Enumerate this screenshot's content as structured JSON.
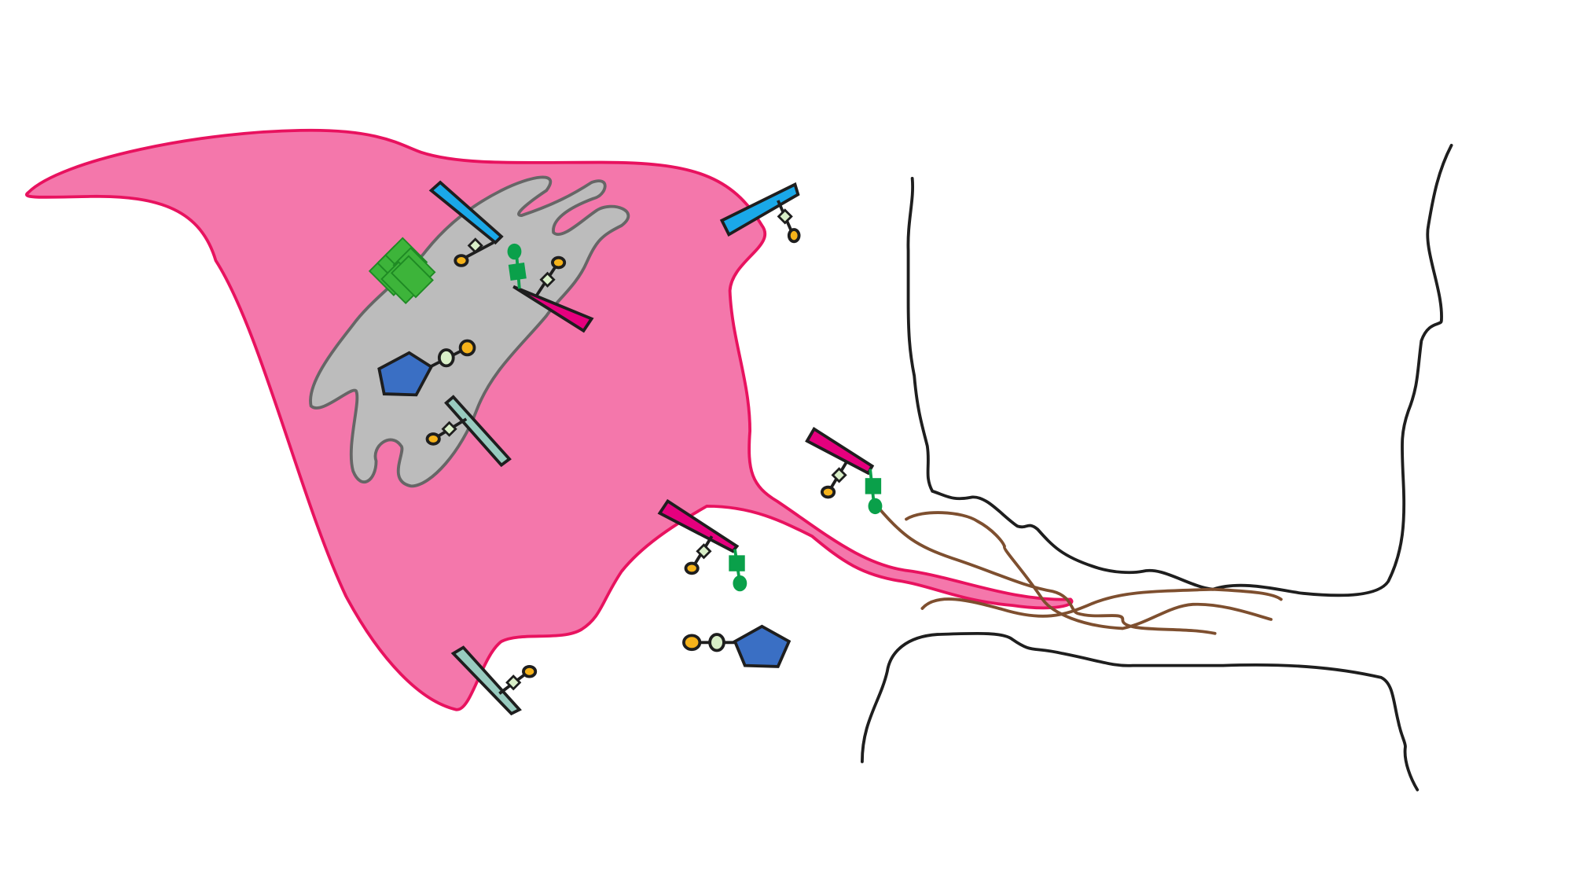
{
  "colors": {
    "background": "#ffffff",
    "cell_fill": "#f477ab",
    "cell_stroke": "#e8125f",
    "nucleus_fill": "#bcbcbc",
    "nucleus_stroke": "#666666",
    "receptor_blue": "#1aa8e8",
    "receptor_magenta": "#e5007e",
    "receptor_teal": "#98cbbf",
    "linker_pale": "#d9efc8",
    "ligand_yellow": "#f5b21a",
    "tag_green": "#0aa04a",
    "cluster_green": "#3db43a",
    "pentagon_blue": "#3a6fc4",
    "tissue_outline": "#1e1e1e",
    "fiber_brown": "#7e4f2f"
  },
  "icons": [
    "cell",
    "nucleus",
    "receptor",
    "ligand",
    "pentagon-molecule",
    "protein-cluster",
    "tissue-outline",
    "fibers"
  ]
}
